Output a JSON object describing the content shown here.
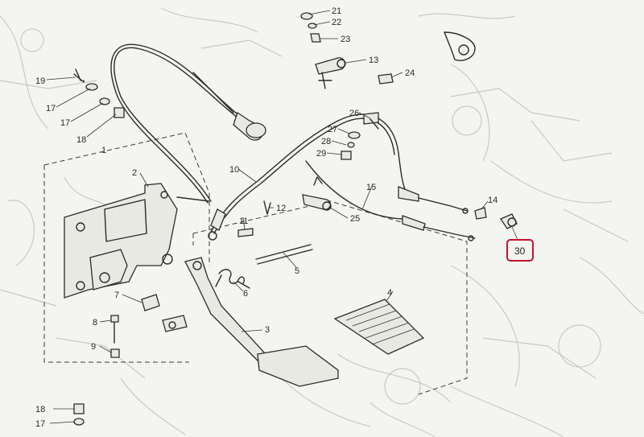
{
  "callouts": [
    {
      "id": "c21",
      "text": "21"
    },
    {
      "id": "c22",
      "text": "22"
    },
    {
      "id": "c23",
      "text": "23"
    },
    {
      "id": "c13",
      "text": "13"
    },
    {
      "id": "c24",
      "text": "24"
    },
    {
      "id": "c19",
      "text": "19"
    },
    {
      "id": "c17a",
      "text": "17"
    },
    {
      "id": "c17b",
      "text": "17"
    },
    {
      "id": "c18a",
      "text": "18"
    },
    {
      "id": "c26",
      "text": "26"
    },
    {
      "id": "c27",
      "text": "27"
    },
    {
      "id": "c28",
      "text": "28"
    },
    {
      "id": "c29",
      "text": "29"
    },
    {
      "id": "c10",
      "text": "10"
    },
    {
      "id": "c15",
      "text": "15"
    },
    {
      "id": "c2",
      "text": "2"
    },
    {
      "id": "c11",
      "text": "11"
    },
    {
      "id": "c12",
      "text": "12"
    },
    {
      "id": "c25",
      "text": "25"
    },
    {
      "id": "c14",
      "text": "14"
    },
    {
      "id": "c5",
      "text": "5"
    },
    {
      "id": "c6",
      "text": "6"
    },
    {
      "id": "c4",
      "text": "4"
    },
    {
      "id": "c7",
      "text": "7"
    },
    {
      "id": "c8",
      "text": "8"
    },
    {
      "id": "c9",
      "text": "9"
    },
    {
      "id": "c3",
      "text": "3"
    },
    {
      "id": "c18b",
      "text": "18"
    },
    {
      "id": "c17c",
      "text": "17"
    },
    {
      "id": "c1",
      "text": "1"
    }
  ],
  "highlight": {
    "text": "30",
    "color": "#c8102e"
  }
}
